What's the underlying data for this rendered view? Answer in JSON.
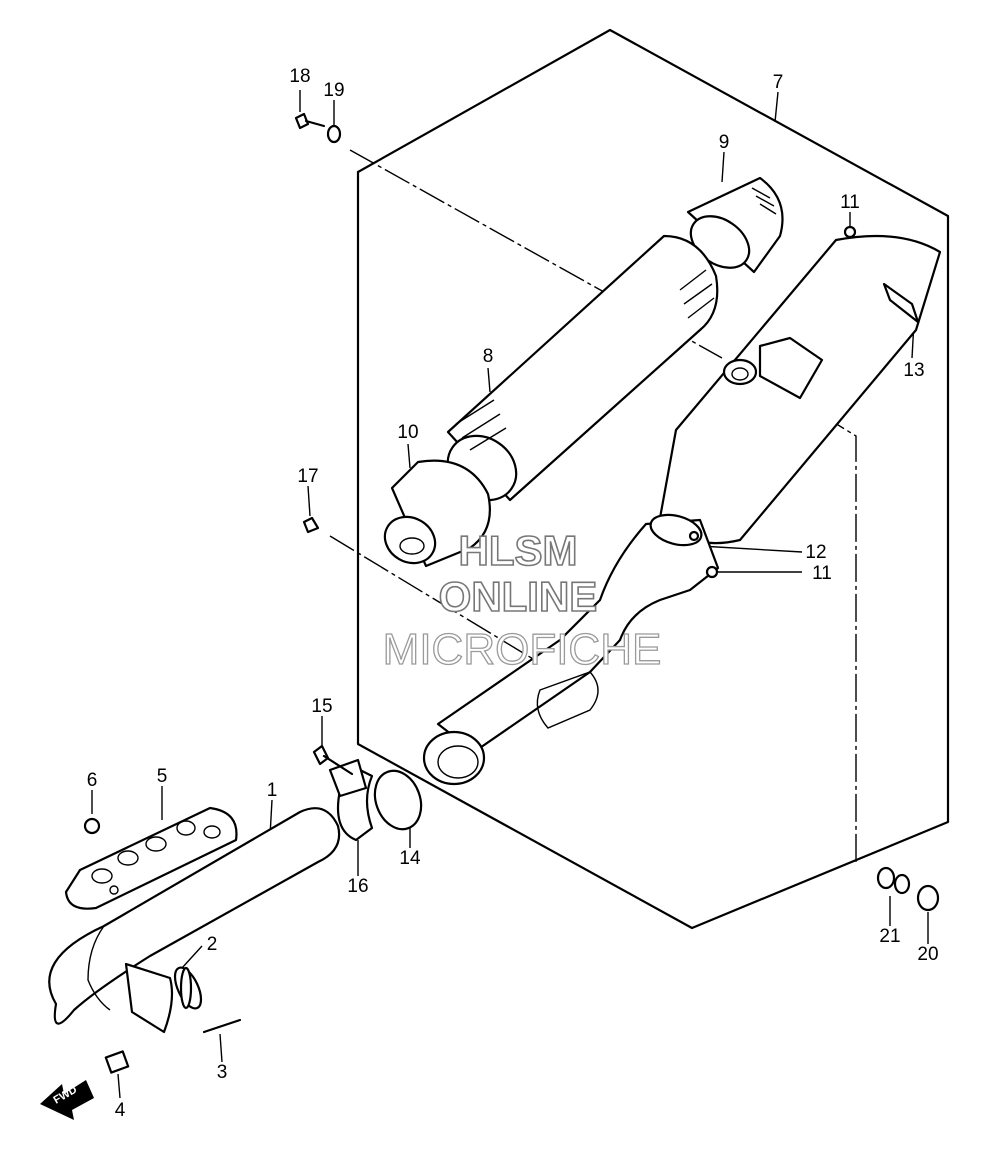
{
  "labels": {
    "p1": "1",
    "p2": "2",
    "p3": "3",
    "p4": "4",
    "p5": "5",
    "p6": "6",
    "p7": "7",
    "p8": "8",
    "p9": "9",
    "p10": "10",
    "p11a": "11",
    "p11b": "11",
    "p12": "12",
    "p13": "13",
    "p14": "14",
    "p15": "15",
    "p16": "16",
    "p17": "17",
    "p18": "18",
    "p19": "19",
    "p20": "20",
    "p21": "21"
  },
  "watermark": {
    "line1": "HLSM",
    "line2": "ONLINE",
    "line3": "MICROFICHE"
  },
  "direction_arrow": "FWD"
}
